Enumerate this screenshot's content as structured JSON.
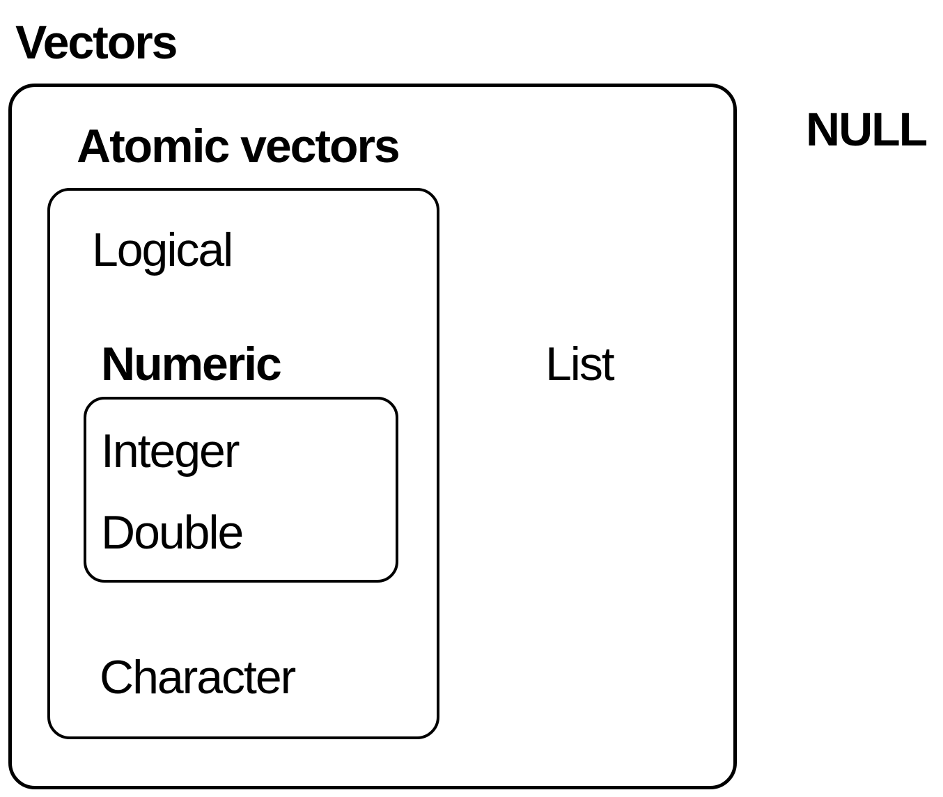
{
  "colors": {
    "background": "#ffffff",
    "stroke": "#000000",
    "text": "#000000"
  },
  "diagram": {
    "title": "Vectors",
    "null_label": "NULL",
    "list_label": "List",
    "atomic": {
      "title": "Atomic vectors",
      "logical_label": "Logical",
      "character_label": "Character",
      "numeric": {
        "title": "Numeric",
        "integer_label": "Integer",
        "double_label": "Double"
      }
    }
  }
}
